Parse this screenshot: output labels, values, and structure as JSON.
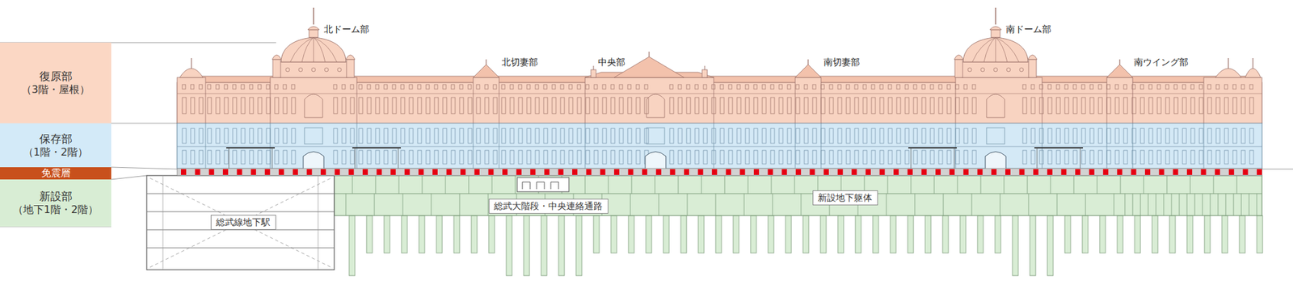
{
  "diagram": {
    "nodes": [
      {
        "text": [
          "復原部",
          "（3階・屋根）"
        ]
      },
      {
        "text": [
          "保存部",
          "（1階・2階）"
        ]
      },
      {
        "text": [
          "免震層"
        ]
      },
      {
        "text": [
          "新設部",
          "（地下1階・2階）"
        ]
      },
      {
        "text": [
          "総武線地下駅"
        ]
      },
      {
        "text": [
          "総武大階段・中央連絡通路"
        ]
      },
      {
        "text": [
          "新設地下躯体"
        ]
      }
    ],
    "labels": [
      "北ドーム部",
      "北切妻部",
      "中央部",
      "南切妻部",
      "南ドーム部",
      "南ウイング部"
    ]
  }
}
